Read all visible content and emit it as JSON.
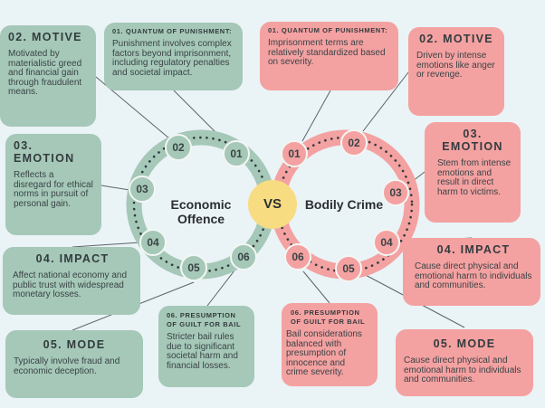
{
  "center": {
    "vs": "VS",
    "left_title": "Economic Offence",
    "right_title": "Bodily Crime"
  },
  "colors": {
    "economic": "#a5c8b8",
    "bodily": "#f4a1a1",
    "vs": "#f7dc82",
    "background": "#eaf3f6"
  },
  "economic": {
    "nodes": [
      "01",
      "02",
      "03",
      "04",
      "05",
      "06"
    ],
    "quantum": {
      "title": "01. QUANTUM OF PUNISHMENT:",
      "text": "Punishment involves complex factors beyond imprisonment, including regulatory penalties and societal impact."
    },
    "motive": {
      "title": "02. MOTIVE",
      "text": "Motivated by materialistic greed and financial gain through fraudulent means."
    },
    "emotion": {
      "title": "03. EMOTION",
      "text": "Reflects a disregard for ethical norms in pursuit of personal gain."
    },
    "impact": {
      "title": "04. IMPACT",
      "text": "Affect national economy and public trust with widespread monetary losses."
    },
    "mode": {
      "title": "05. MODE",
      "text": "Typically involve fraud and economic deception."
    },
    "presumption": {
      "title": "06. PRESUMPTION OF GUILT FOR BAIL",
      "text": "Stricter bail rules due to significant societal harm and financial losses."
    }
  },
  "bodily": {
    "nodes": [
      "01",
      "02",
      "03",
      "04",
      "05",
      "06"
    ],
    "quantum": {
      "title": "01. QUANTUM OF PUNISHMENT:",
      "text": "Imprisonment terms are relatively standardized based on severity."
    },
    "motive": {
      "title": "02. MOTIVE",
      "text": "Driven by intense emotions like anger or revenge."
    },
    "emotion": {
      "title": "03. EMOTION",
      "text": "Stem from intense emotions and result in direct harm to victims."
    },
    "impact": {
      "title": "04. IMPACT",
      "text": "Cause direct physical and emotional harm to individuals and communities."
    },
    "mode": {
      "title": "05. MODE",
      "text": "Cause direct physical and emotional harm to individuals and communities."
    },
    "presumption": {
      "title": "06. PRESUMPTION OF GUILT FOR BAIL",
      "text": "Bail considerations balanced with presumption of innocence and crime severity."
    }
  }
}
